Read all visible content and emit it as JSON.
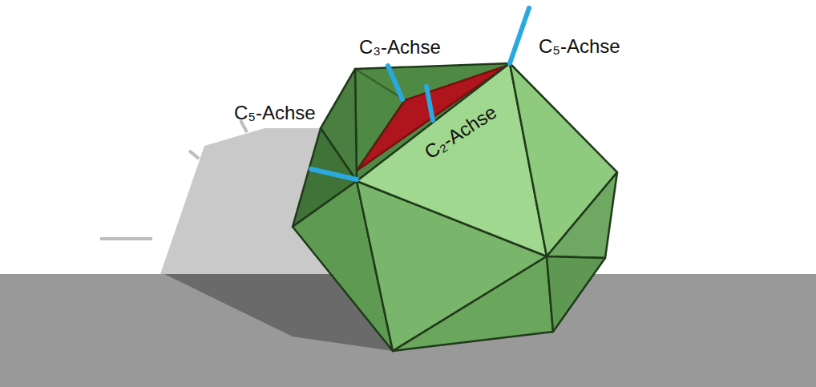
{
  "diagram": {
    "labels": [
      "C₃-Achse",
      "C₅-Achse",
      "C₅-Achse",
      "C₂-Achse"
    ]
  }
}
